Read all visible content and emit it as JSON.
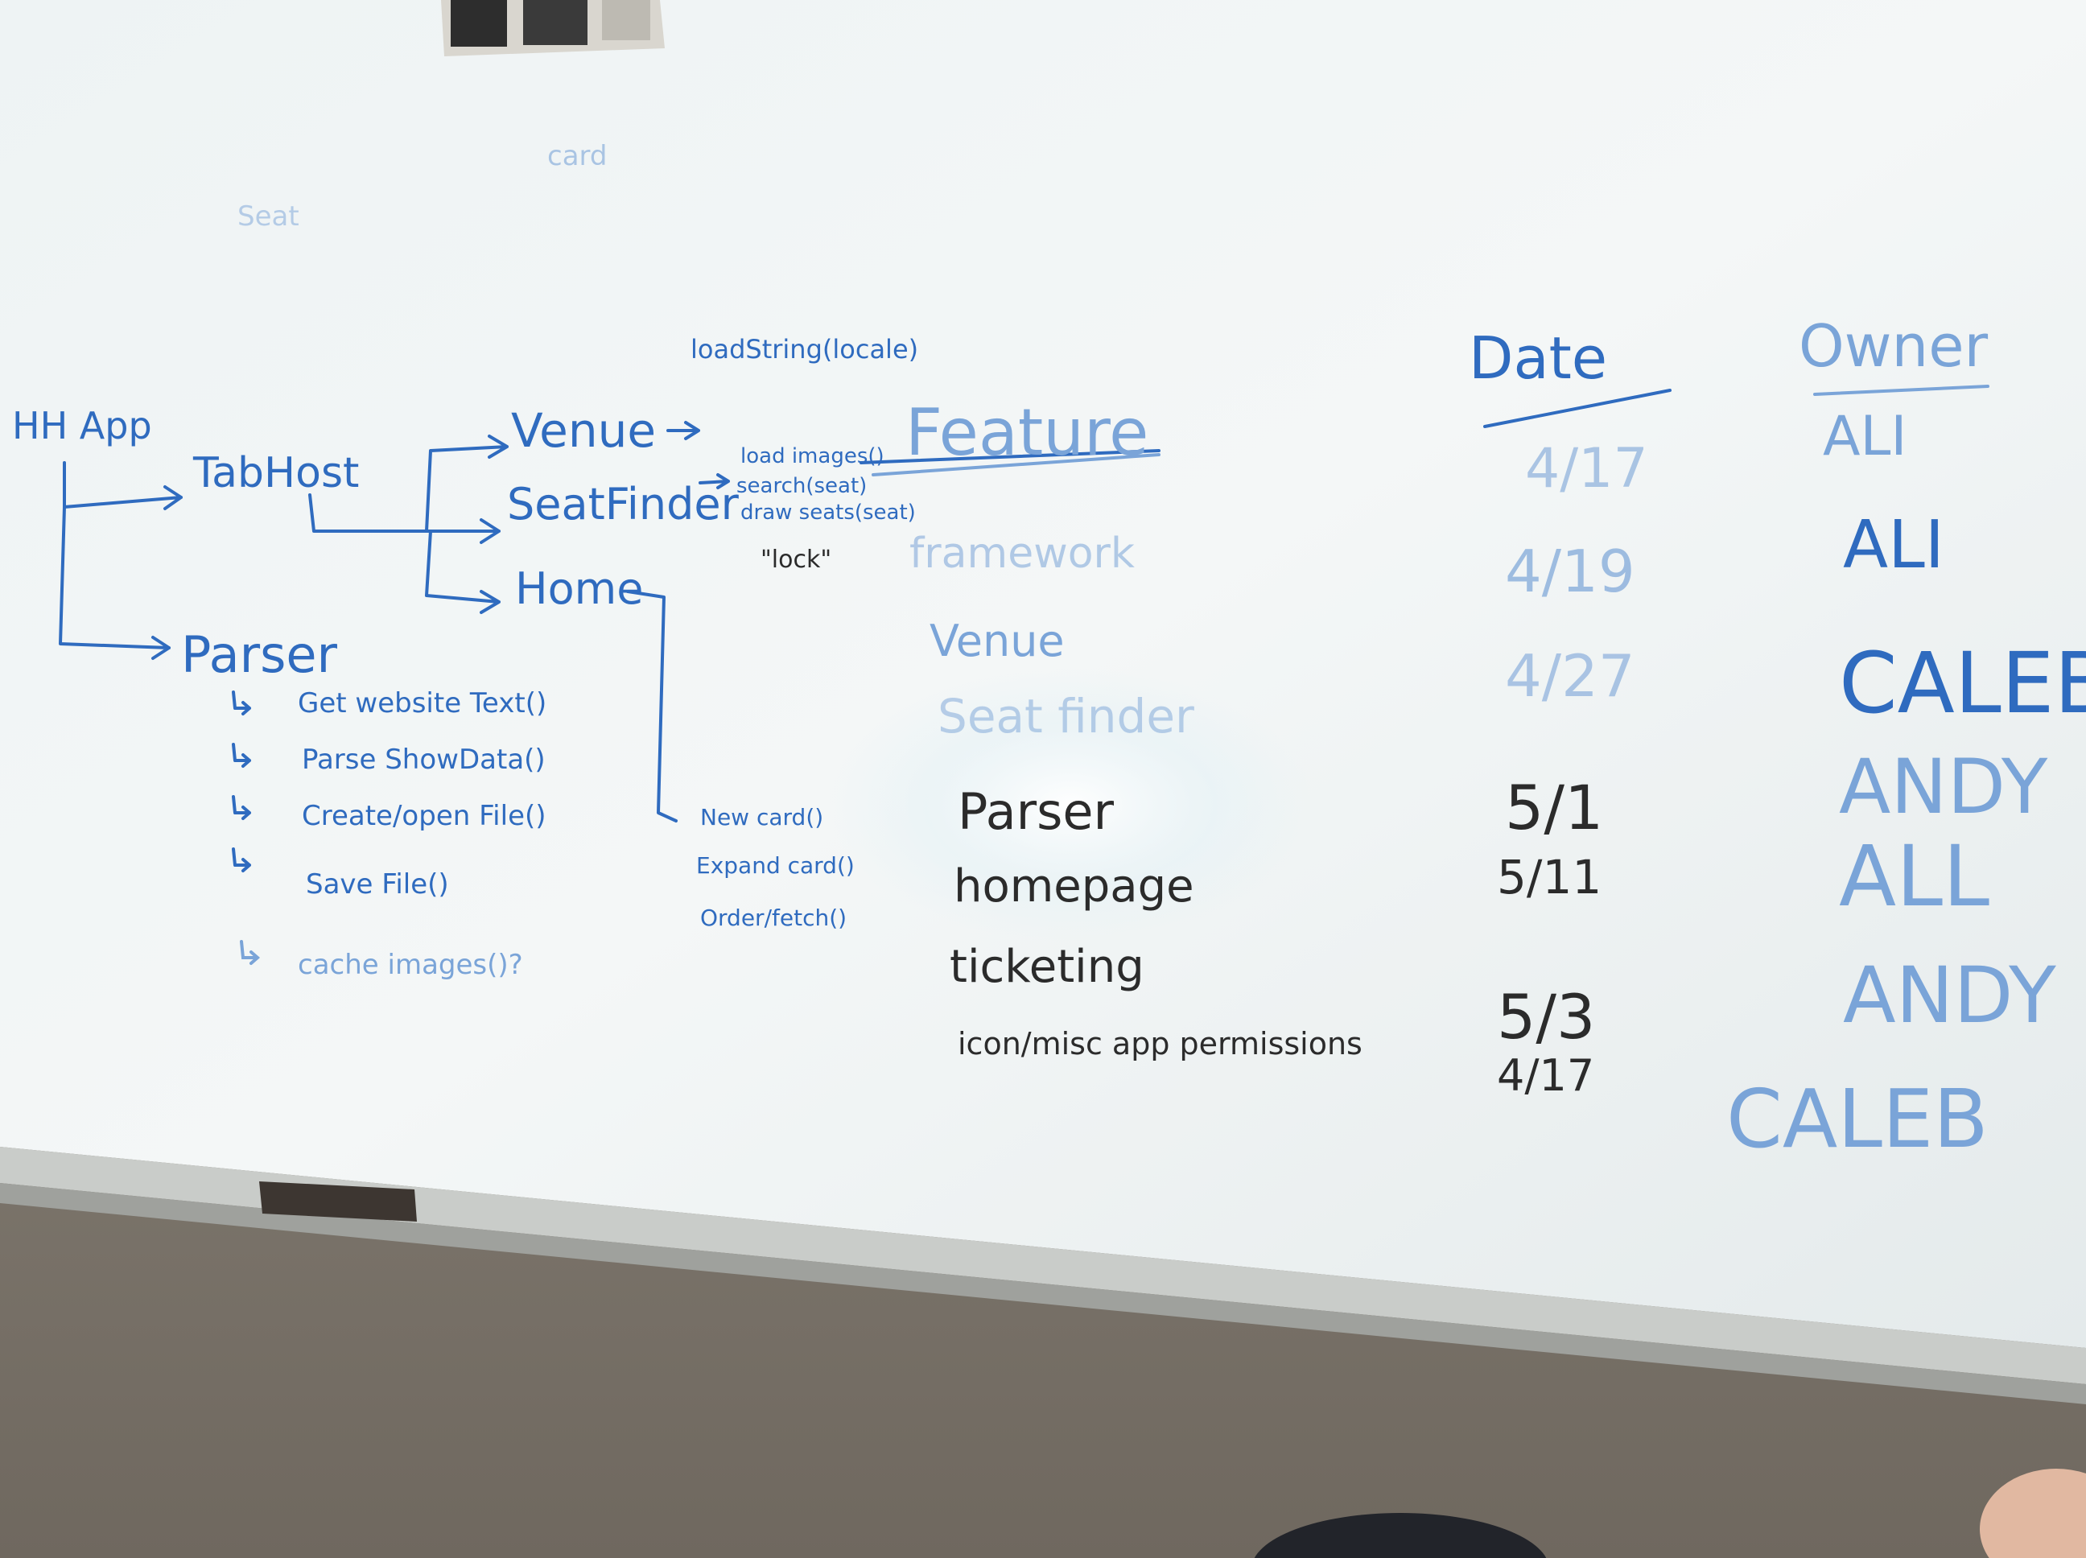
{
  "diagram": {
    "root": "HH App",
    "tabhost": "TabHost",
    "venue": "Venue",
    "seatfinder": "SeatFinder",
    "home": "Home",
    "parser": "Parser",
    "top_note": "loadString(locale)",
    "venue_methods": [
      "load images()",
      "search(seat)",
      "draw seats(seat)",
      "\"lock\""
    ],
    "parser_methods": [
      "Get website Text()",
      "Parse ShowData()",
      "Create/open File()",
      "Save File()",
      "cache images()?"
    ],
    "home_methods": [
      "New card()",
      "Expand card()",
      "Order/fetch()"
    ],
    "faint_top": "card",
    "faint_left": "Seat"
  },
  "table": {
    "headers": {
      "feature": "Feature",
      "date": "Date",
      "owner": "Owner"
    },
    "rows": [
      {
        "feature": "framework",
        "date": "4/17",
        "owner": "ALI",
        "faded": true
      },
      {
        "feature": "Venue",
        "date": "4/19",
        "owner": "ALI",
        "faded": false
      },
      {
        "feature": "Seat finder",
        "date": "4/27",
        "owner": "CALEB",
        "faded": true
      },
      {
        "feature": "Parser",
        "date": "5/1",
        "owner": "ANDY",
        "faded": false
      },
      {
        "feature": "homepage",
        "date": "5/11",
        "owner": "ALL",
        "faded": false
      },
      {
        "feature": "ticketing",
        "date": "5/3",
        "owner": "ANDY",
        "faded": false
      },
      {
        "feature": "icon/misc app permissions",
        "date": "4/17",
        "owner": "CALEB",
        "faded": false
      }
    ]
  },
  "colors": {
    "marker_blue": "#2f6bbf",
    "marker_faded": "#7aa4d8",
    "marker_black": "#2b2b2b",
    "board": "#f2f6f6",
    "eraser": "#3d3631"
  }
}
